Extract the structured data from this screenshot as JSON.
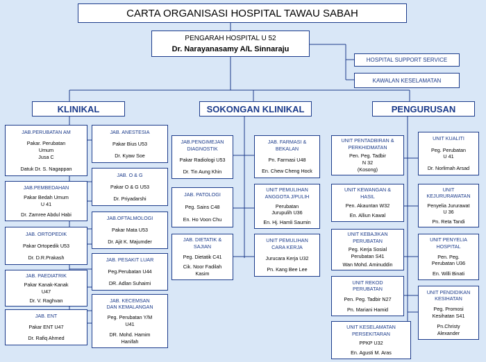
{
  "title": "CARTA ORGANISASI HOSPITAL TAWAU SABAH",
  "director": {
    "position": "PENGARAH HOSPITAL U 52",
    "name": "Dr. Narayanasamy A/L Sinnaraju"
  },
  "support_units": [
    "HOSPITAL SUPPORT SERVICE",
    "KAWALAN KESELAMATAN"
  ],
  "sections": [
    "KLINIKAL",
    "SOKONGAN KLINIKAL",
    "PENGURUSAN"
  ],
  "klinikal": {
    "left": [
      {
        "title": "JAB.PERUBATAN AM",
        "body": "Pakar. Perubatan\nUmum\nJusa C",
        "person": "Datuk Dr. S. Nagappan"
      },
      {
        "title": "JAB.PEMBEDAHAN",
        "body": "Pakar Bedah Umum\nU 41",
        "person": "Dr. Zamree Abdul Habi"
      },
      {
        "title": "JAB. ORTOPEDIK",
        "body": "Pakar Ortopedik U53",
        "person": "Dr. D.R.Prakash"
      },
      {
        "title": "JAB. PAEDIATRIK",
        "body": "Pakar Kanak-Kanak\nU47",
        "person": "Dr. V. Raghvan"
      },
      {
        "title": "JAB. ENT",
        "body": "Pakar ENT U47",
        "person": "Dr. Rafiq Ahmed"
      }
    ],
    "right": [
      {
        "title": "JAB. ANESTESIA",
        "body": "Pakar Bius U53",
        "person": "Dr. Kyaw Soe"
      },
      {
        "title": "JAB. O & G",
        "body": "Pakar O & G  U53",
        "person": "Dr. Priyadarshi"
      },
      {
        "title": "JAB.OFTALMOLOGI",
        "body": "Pakar Mata U53",
        "person": "Dr. Ajit K. Majumder"
      },
      {
        "title": "JAB. PESAKIT LUAR",
        "body": "Peg.Perubatan U44",
        "person": "DR. Adlan Suhaimi"
      },
      {
        "title": "JAB. KECEMSAN\nDAN KEMALANGAN",
        "body": "Peg. Perubatan Y/M\nU41",
        "person": "DR. Mohd. Hamim\nHanifah"
      }
    ]
  },
  "sokongan": {
    "left": [
      {
        "title": "JAB.PENGIMEJAN\nDIAGNOSTIK",
        "body": "Pakar Radiologi U53",
        "person": "Dr. Tin Aung Khin"
      },
      {
        "title": "JAB. PATOLOGI",
        "body": "Peg. Sains  C48",
        "person": "En. Ho Voon Chu"
      },
      {
        "title": "JAB. DIETATIK &\nSAJIAN",
        "body": "Peg. Dietatik  C41",
        "person": "Cik. Noor Fadilah\nKasim"
      }
    ],
    "right": [
      {
        "title": "JAB. FARMASI &\nBEKALAN",
        "body": "Pn. Farmasi  U48",
        "person": "En. Chew Cheng Hock"
      },
      {
        "title": "UNIT PEMULIHAN\nANGGOTA J/PULIH",
        "body": "Perubatan\nJurupulih U36",
        "person": "En. Hj. Hamli Saumin"
      },
      {
        "title": "UNIT PEMULIHAN\nCARA KERJA",
        "body": "Jurucara Kerja U32",
        "person": "Pn. Kang Bee Lee"
      }
    ]
  },
  "pengurusan": {
    "left": [
      {
        "title": "UNIT PENTADBIRAN &\nPERKHIDMATAN",
        "body": "Pen. Peg. Tadbir\nN 32\n(Kosong)",
        "person": ""
      },
      {
        "title": "UNIT  KEWANGAN &\nHASIL",
        "body": "Pen. Akauntan W32",
        "person": "En. Alliun Kawal"
      },
      {
        "title": "UNIT KEBAJIKAN\nPERUBATAN",
        "body": "Peg. Kerja Sosial\nPerubatan  S41",
        "person": "Wan Mohd. Aminuddin"
      },
      {
        "title": "UNIT REKOD\nPERUBATAN",
        "body": "Pen. Peg. Tadbir N27",
        "person": "Pn. Mariani Hamid"
      },
      {
        "title": "UNIT KESELAMATAN\nPERSEKITARAN",
        "body": "PPKP U32",
        "person": "En. Agusti M. Aras"
      }
    ],
    "right": [
      {
        "title": "UNIT KUALITI",
        "body": "Peg. Perubatan\nU 41",
        "person": "Dr. Norlimah Arsad"
      },
      {
        "title": "UNIT\nKEJURURAWATAN",
        "body": "Penyelia Jururawat\nU  36",
        "person": "Pn. Reta Tandi"
      },
      {
        "title": "UNIT PENYELIA\nHOSPITAL",
        "body": "Pen. Peg.\nPerubatan U36",
        "person": "En. Willi Binati"
      },
      {
        "title": "UNIT PENDIDIKAN\nKESIHATAN",
        "body": "Peg. Promosi\nKesihatan S41",
        "person": "Pn.Christy\nAlexander"
      }
    ]
  },
  "colors": {
    "background": "#d9e7f7",
    "border": "#1a3a8a",
    "line": "#1a3a8a"
  }
}
